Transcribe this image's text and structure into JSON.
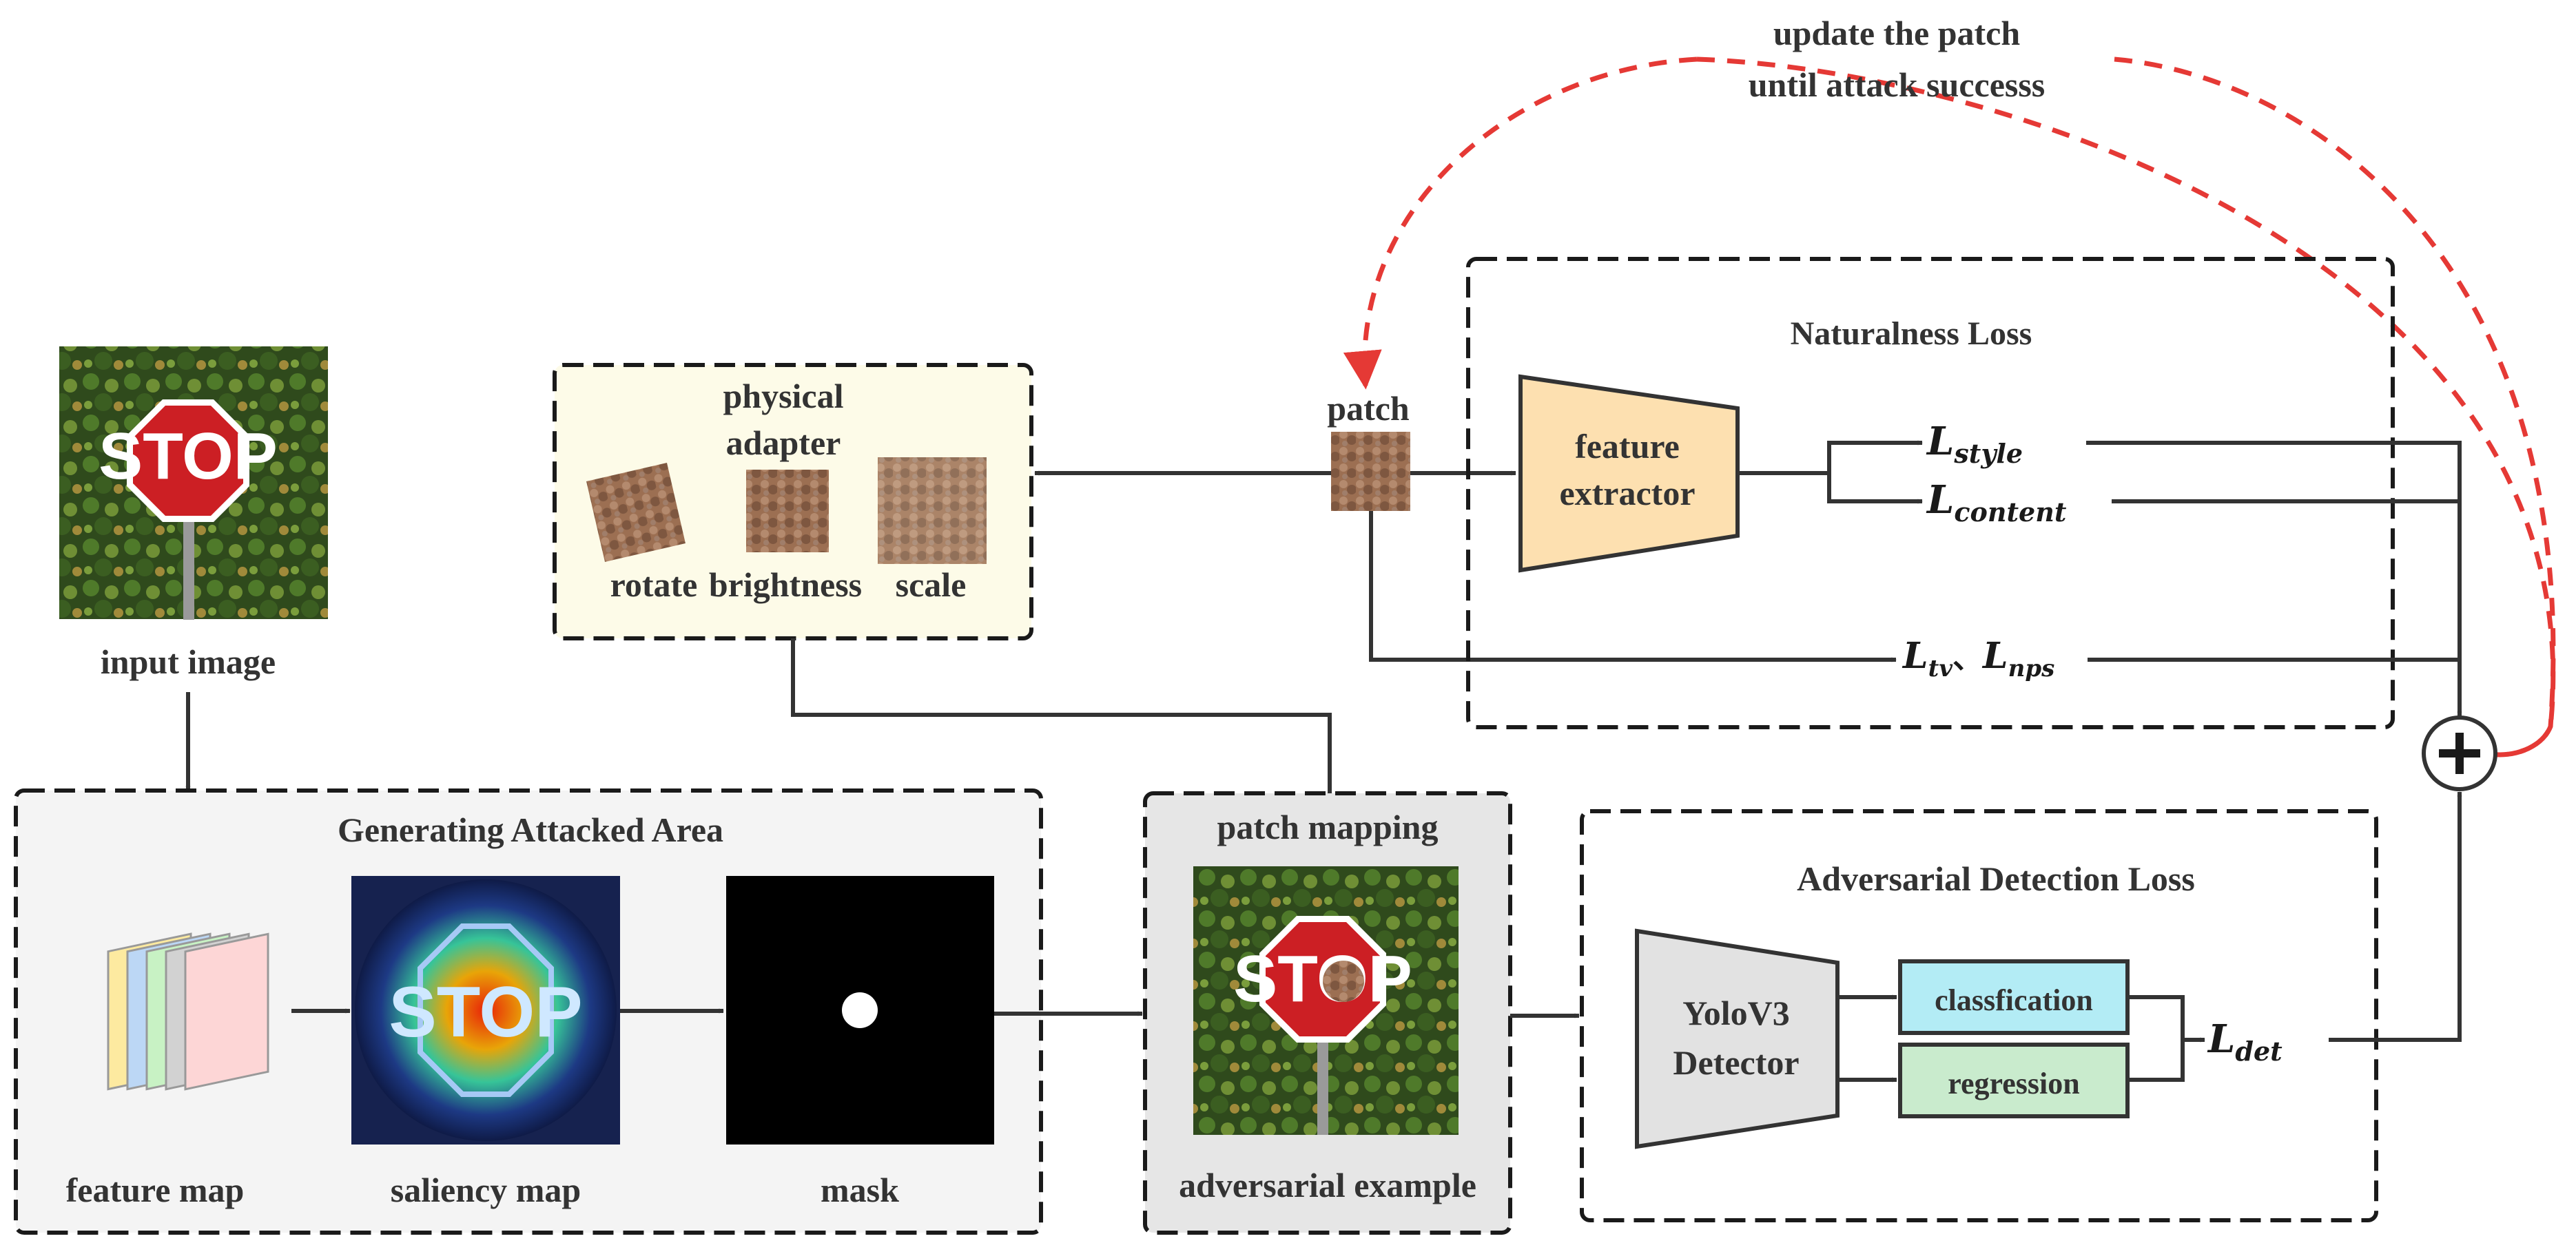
{
  "diagram": {
    "update_note_line1": "update the patch",
    "update_note_line2": "until attack successs",
    "input_image_label": "input image",
    "stop_sign_text": "STOP",
    "physical_adapter": {
      "title_line1": "physical",
      "title_line2": "adapter",
      "rotate": "rotate",
      "brightness": "brightness",
      "scale": "scale"
    },
    "patch_label": "patch",
    "naturalness_loss": {
      "title": "Naturalness Loss",
      "feature_extractor_line1": "feature",
      "feature_extractor_line2": "extractor",
      "l_style_main": "L",
      "l_style_sub": "style",
      "l_content_main": "L",
      "l_content_sub": "content",
      "l_tv_main": "L",
      "l_tv_sub": "tv",
      "separator": "、",
      "l_nps_main": "L",
      "l_nps_sub": "nps"
    },
    "generating_area": {
      "title": "Generating Attacked Area",
      "feature_map": "feature map",
      "saliency_map": "saliency map",
      "mask": "mask"
    },
    "patch_mapping": {
      "title": "patch mapping",
      "adversarial_example": "adversarial example"
    },
    "adversarial_detection": {
      "title": "Adversarial Detection Loss",
      "detector_line1": "YoloV3",
      "detector_line2": "Detector",
      "classfication": "classfication",
      "regression": "regression",
      "l_det_main": "L",
      "l_det_sub": "det"
    },
    "colors": {
      "arrow": "#333333",
      "dashed_red": "#e53935",
      "adapter_bg": "#fdfbe8",
      "generating_bg": "#f4f4f4",
      "patch_mapping_bg": "#e6e6e6",
      "feature_extractor_fill": "#fde0b0",
      "detector_fill": "#e2e2e2",
      "classfication_fill": "#b3ecf5",
      "regression_fill": "#c9ebcd"
    }
  }
}
